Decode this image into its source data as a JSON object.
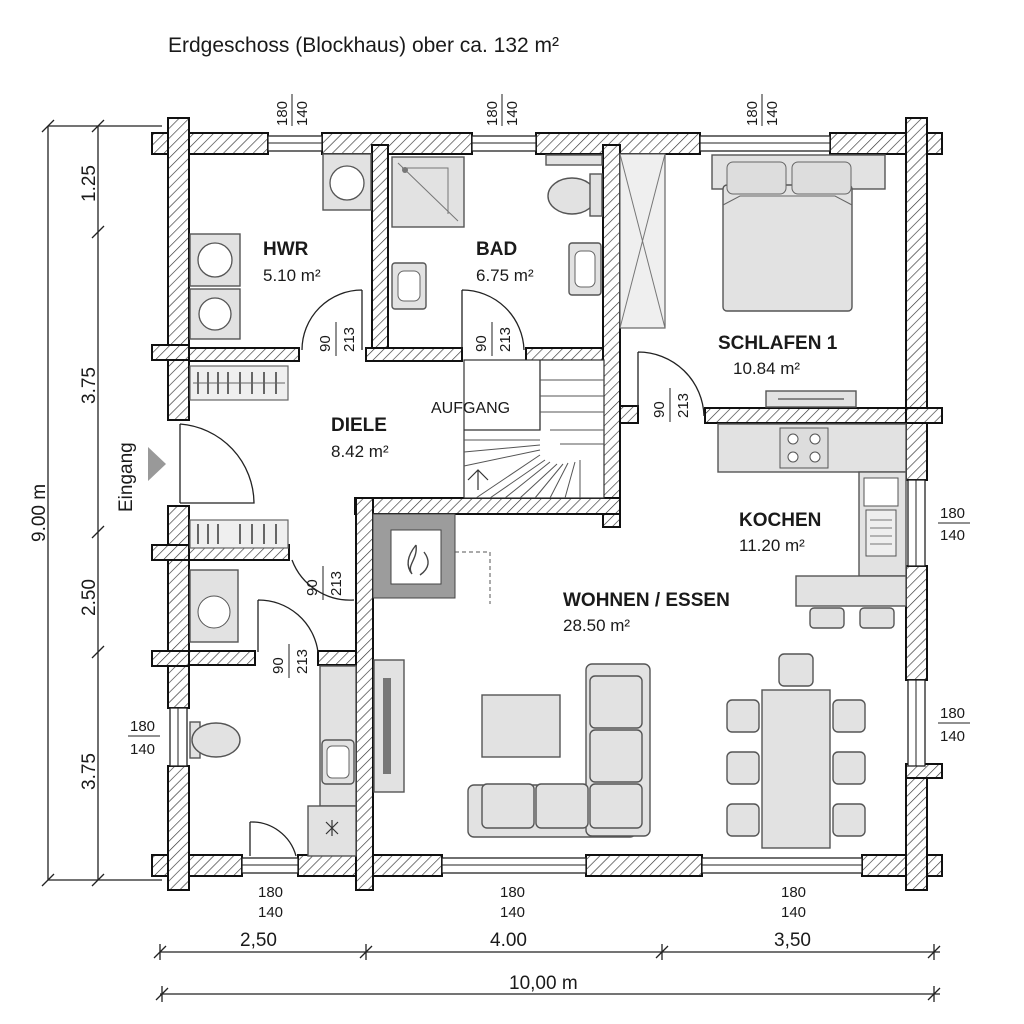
{
  "title": "Erdgeschoss (Blockhaus) ober ca. 132 m²",
  "rooms": {
    "hwr": {
      "name": "HWR",
      "area": "5.10 m²"
    },
    "bad": {
      "name": "BAD",
      "area": "6.75 m²"
    },
    "schlafen": {
      "name": "SCHLAFEN 1",
      "area": "10.84 m²"
    },
    "diele": {
      "name": "DIELE",
      "area": "8.42 m²"
    },
    "kochen": {
      "name": "KOCHEN",
      "area": "11.20 m²"
    },
    "wohnen": {
      "name": "WOHNEN / ESSEN",
      "area": "28.50 m²"
    }
  },
  "labels": {
    "aufgang": "AUFGANG",
    "eingang": "Eingang"
  },
  "windows": {
    "w180": "180",
    "w140": "140"
  },
  "doors": {
    "d90": "90",
    "d213": "213"
  },
  "left_dims": {
    "d1": "1.25",
    "d2": "3.75",
    "d3": "2.50",
    "d4": "3.75",
    "total": "9.00 m"
  },
  "bottom_dims": {
    "d1": "2,50",
    "d2": "4.00",
    "d3": "3,50",
    "total": "10,00 m"
  }
}
